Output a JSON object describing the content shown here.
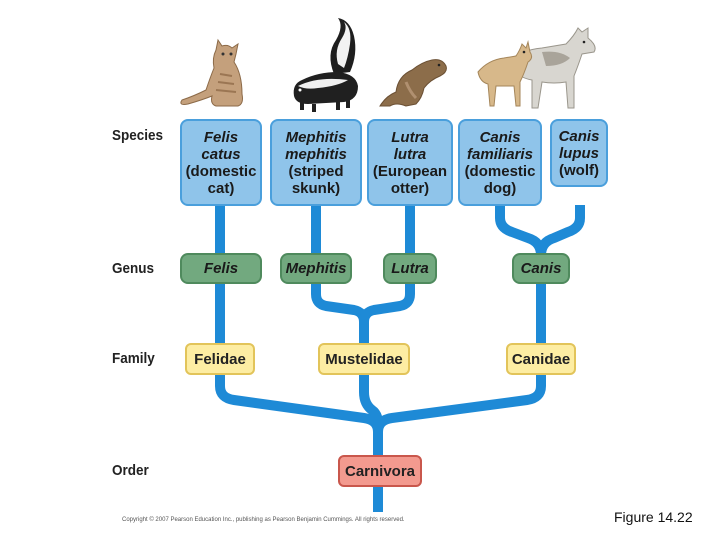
{
  "ranks": {
    "species": "Species",
    "genus": "Genus",
    "family": "Family",
    "order": "Order"
  },
  "species": [
    {
      "sci1": "Felis",
      "sci2": "catus",
      "common1": "(domestic",
      "common2": "cat)"
    },
    {
      "sci1": "Mephitis",
      "sci2": "mephitis",
      "common1": "(striped",
      "common2": "skunk)"
    },
    {
      "sci1": "Lutra",
      "sci2": "lutra",
      "common1": "(European",
      "common2": "otter)"
    },
    {
      "sci1": "Canis",
      "sci2": "familiaris",
      "common1": "(domestic",
      "common2": "dog)"
    },
    {
      "sci1": "Canis",
      "sci2": "lupus",
      "common1": "(wolf)"
    }
  ],
  "genus": [
    "Felis",
    "Mephitis",
    "Lutra",
    "Canis"
  ],
  "family": [
    "Felidae",
    "Mustelidae",
    "Canidae"
  ],
  "order": "Carnivora",
  "colors": {
    "branch": "#1e8ad6",
    "species_fill": "#8fc4ea",
    "genus_fill": "#72a97f",
    "family_fill": "#fdeda3",
    "order_fill": "#f39a8f"
  },
  "animals": [
    "cat-image",
    "skunk-image",
    "otter-image",
    "dog-and-wolf-image"
  ],
  "copyright": "Copyright © 2007 Pearson Education Inc., publishing as Pearson Benjamin Cummings. All rights reserved.",
  "caption": "Figure 14.22"
}
